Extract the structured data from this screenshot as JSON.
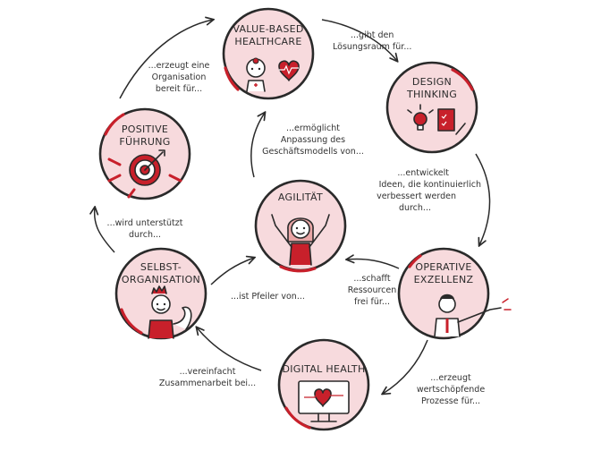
{
  "colors": {
    "accent": "#c8202b",
    "circle_fill": "#f7dadd",
    "ink": "#2a2a2a",
    "background": "#ffffff"
  },
  "nodes": [
    {
      "id": "value-based-healthcare",
      "lines": [
        "VALUE-BASED",
        "HEALTHCARE"
      ],
      "icon": "doctor-heart-icon"
    },
    {
      "id": "design-thinking",
      "lines": [
        "DESIGN",
        "THINKING"
      ],
      "icon": "lightbulb-checklist-icon"
    },
    {
      "id": "operative-exzellenz",
      "lines": [
        "OPERATIVE",
        "EXZELLENZ"
      ],
      "icon": "pointing-man-icon"
    },
    {
      "id": "digital-health",
      "lines": [
        "DIGITAL HEALTH"
      ],
      "icon": "monitor-heart-icon"
    },
    {
      "id": "selbst-organisation",
      "lines": [
        "SELBST-",
        "ORGANISATION"
      ],
      "icon": "strong-man-icon"
    },
    {
      "id": "positive-fuehrung",
      "lines": [
        "POSITIVE",
        "FÜHRUNG"
      ],
      "icon": "target-arrows-icon"
    },
    {
      "id": "agilitaet",
      "lines": [
        "AGILITÄT"
      ],
      "icon": "cheering-woman-icon"
    }
  ],
  "connectors": [
    {
      "id": "gibt-den",
      "lines": [
        "...gibt den",
        "Lösungsraum für..."
      ]
    },
    {
      "id": "entwickelt",
      "lines": [
        "...entwickelt",
        "Ideen, die kontinuierlich",
        "verbessert werden",
        "durch..."
      ]
    },
    {
      "id": "erzeugt-wertschoepfende",
      "lines": [
        "...erzeugt",
        "wertschöpfende",
        "Prozesse für..."
      ]
    },
    {
      "id": "vereinfacht",
      "lines": [
        "...vereinfacht",
        "Zusammenarbeit bei..."
      ]
    },
    {
      "id": "wird-unterstuetzt",
      "lines": [
        "...wird unterstützt",
        "durch..."
      ]
    },
    {
      "id": "erzeugt-organisation",
      "lines": [
        "...erzeugt eine",
        "Organisation",
        "bereit für..."
      ]
    },
    {
      "id": "ermoeglicht",
      "lines": [
        "...ermöglicht",
        "Anpassung des",
        "Geschäftsmodells von..."
      ]
    },
    {
      "id": "schafft",
      "lines": [
        "...schafft",
        "Ressourcen",
        "frei für..."
      ]
    },
    {
      "id": "ist-pfeiler",
      "lines": [
        "...ist Pfeiler von..."
      ]
    }
  ]
}
